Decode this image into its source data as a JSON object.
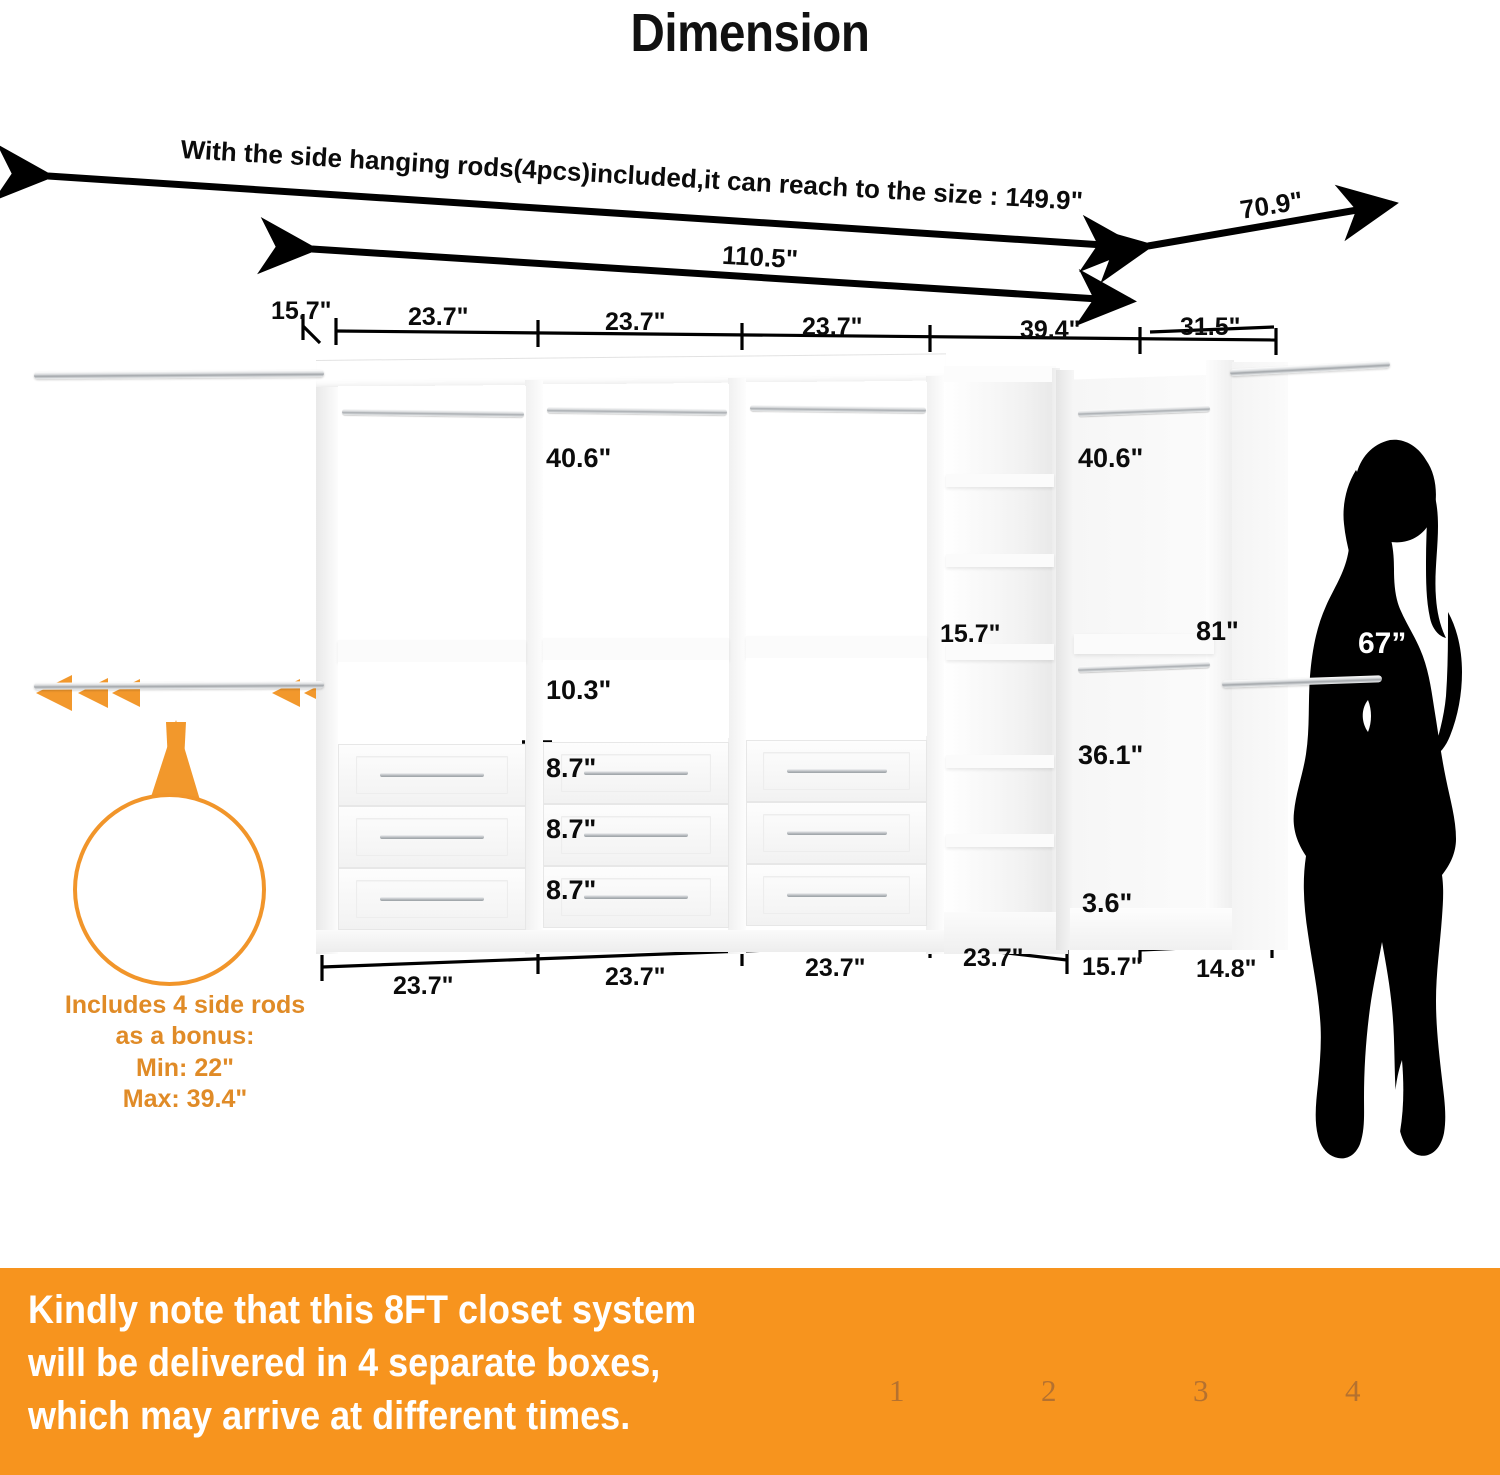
{
  "title": "Dimension",
  "top_dimensions": {
    "full_with_rods": "With the side hanging rods(4pcs)included,it can reach to the size : 149.9\"",
    "right_depth": "70.9\"",
    "main_width": "110.5\""
  },
  "top_segment_labels": [
    "15.7\"",
    "23.7\"",
    "23.7\"",
    "23.7\"",
    "39.4\"",
    "31.5\""
  ],
  "bottom_segment_labels": [
    "23.7\"",
    "23.7\"",
    "23.7\"",
    "23.7\"",
    "15.7\"",
    "14.8\""
  ],
  "interior_dimensions": {
    "hang_upper_left": "40.6\"",
    "shelf_gap": "10.3\"",
    "drawer1": "8.7\"",
    "drawer2": "8.7\"",
    "drawer3": "8.7\"",
    "shelf_width": "15.7\"",
    "hang_upper_corner": "40.6\"",
    "hang_lower_corner": "36.1\"",
    "toe_kick": "3.6\"",
    "overall_height": "81\""
  },
  "person": {
    "height_label": "67”"
  },
  "side_rod_note": {
    "line1": "Includes 4 side rods",
    "line2": "as a bonus:",
    "line3": "Min: 22\"",
    "line4": "Max: 39.4\""
  },
  "banner": {
    "line1": "Kindly note that this 8FT closet system",
    "line2": "will be delivered in 4 separate boxes,",
    "line3": "which may arrive at different times.",
    "box_numbers": [
      "1",
      "2",
      "3",
      "4"
    ]
  },
  "colors": {
    "orange": "#f7941e",
    "orange_text": "#e08b27",
    "box_front": "#e5b68d",
    "box_side": "#c99468",
    "box_top": "#e9c09c",
    "ink": "#0b0b0b"
  }
}
